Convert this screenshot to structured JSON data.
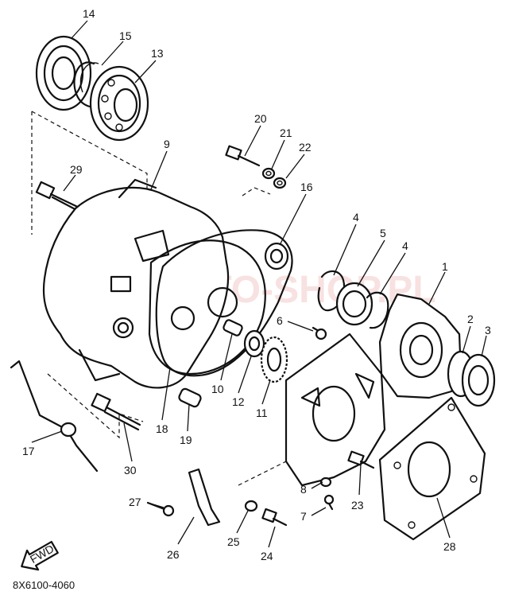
{
  "reference_code": "8X6100-4060",
  "watermark": {
    "text": "MOTO-SHOP.PL"
  },
  "direction_arrow": {
    "label": "FWD"
  },
  "callouts": [
    {
      "id": "1",
      "label": "1"
    },
    {
      "id": "2",
      "label": "2"
    },
    {
      "id": "3",
      "label": "3"
    },
    {
      "id": "4a",
      "label": "4"
    },
    {
      "id": "4b",
      "label": "4"
    },
    {
      "id": "5",
      "label": "5"
    },
    {
      "id": "6",
      "label": "6"
    },
    {
      "id": "7",
      "label": "7"
    },
    {
      "id": "8",
      "label": "8"
    },
    {
      "id": "9",
      "label": "9"
    },
    {
      "id": "10",
      "label": "10"
    },
    {
      "id": "11",
      "label": "11"
    },
    {
      "id": "12",
      "label": "12"
    },
    {
      "id": "13",
      "label": "13"
    },
    {
      "id": "14",
      "label": "14"
    },
    {
      "id": "15",
      "label": "15"
    },
    {
      "id": "16",
      "label": "16"
    },
    {
      "id": "17",
      "label": "17"
    },
    {
      "id": "18",
      "label": "18"
    },
    {
      "id": "19",
      "label": "19"
    },
    {
      "id": "20",
      "label": "20"
    },
    {
      "id": "21",
      "label": "21"
    },
    {
      "id": "22",
      "label": "22"
    },
    {
      "id": "23",
      "label": "23"
    },
    {
      "id": "24",
      "label": "24"
    },
    {
      "id": "25",
      "label": "25"
    },
    {
      "id": "26",
      "label": "26"
    },
    {
      "id": "27",
      "label": "27"
    },
    {
      "id": "28",
      "label": "28"
    },
    {
      "id": "29",
      "label": "29"
    },
    {
      "id": "30",
      "label": "30"
    }
  ]
}
